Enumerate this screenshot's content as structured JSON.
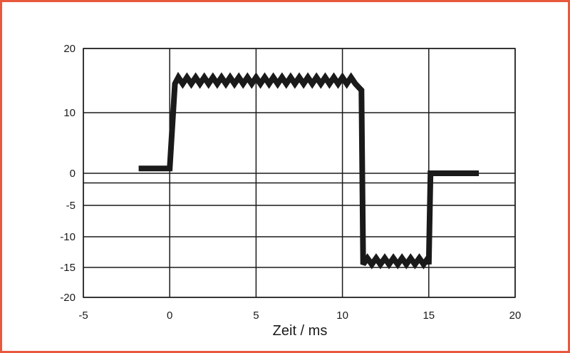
{
  "chart_data": {
    "type": "line",
    "xlabel": "Zeit / ms",
    "ylabel": "",
    "title": "",
    "xlim": [
      -5,
      20
    ],
    "ylim": [
      -20,
      20
    ],
    "x_ticks": [
      "-5",
      "0",
      "5",
      "10",
      "15",
      "20"
    ],
    "y_ticks": [
      "20",
      "10",
      "0",
      "-5",
      "-10",
      "-15",
      "-20"
    ],
    "grid": true,
    "extra_reference_line_y": -1.5,
    "colors": {
      "frame": "#e8583c",
      "line": "#1a1a1a",
      "grid": "#1a1a1a"
    },
    "series": [
      {
        "x": [
          -1.8,
          0.0,
          0.3,
          0.5,
          0.75,
          1.0,
          1.25,
          1.5,
          1.75,
          2.0,
          2.25,
          2.5,
          2.75,
          3.0,
          3.25,
          3.5,
          3.75,
          4.0,
          4.25,
          4.5,
          4.75,
          5.0,
          5.25,
          5.5,
          5.75,
          6.0,
          6.25,
          6.5,
          6.75,
          7.0,
          7.25,
          7.5,
          7.75,
          8.0,
          8.25,
          8.5,
          8.75,
          9.0,
          9.25,
          9.5,
          9.75,
          10.0,
          10.25,
          10.5,
          10.75,
          11.1,
          11.2,
          11.45,
          11.7,
          11.95,
          12.2,
          12.45,
          12.7,
          12.95,
          13.2,
          13.45,
          13.7,
          13.95,
          14.2,
          14.45,
          14.7,
          14.95,
          15.0,
          15.1,
          17.9
        ],
        "y": [
          0.8,
          0.8,
          14.5,
          15.5,
          14.5,
          15.5,
          14.5,
          15.5,
          14.5,
          15.5,
          14.5,
          15.5,
          14.5,
          15.5,
          14.5,
          15.5,
          14.5,
          15.5,
          14.5,
          15.5,
          14.5,
          15.5,
          14.5,
          15.5,
          14.5,
          15.5,
          14.5,
          15.5,
          14.5,
          15.5,
          14.5,
          15.5,
          14.5,
          15.5,
          14.5,
          15.5,
          14.5,
          15.5,
          14.5,
          15.5,
          14.5,
          15.5,
          14.5,
          15.5,
          14.5,
          13.5,
          -14.5,
          -13.5,
          -14.5,
          -13.5,
          -14.5,
          -13.5,
          -14.5,
          -13.5,
          -14.5,
          -13.5,
          -14.5,
          -13.5,
          -14.5,
          -13.5,
          -14.5,
          -13.5,
          -14.5,
          0,
          0
        ]
      }
    ]
  }
}
